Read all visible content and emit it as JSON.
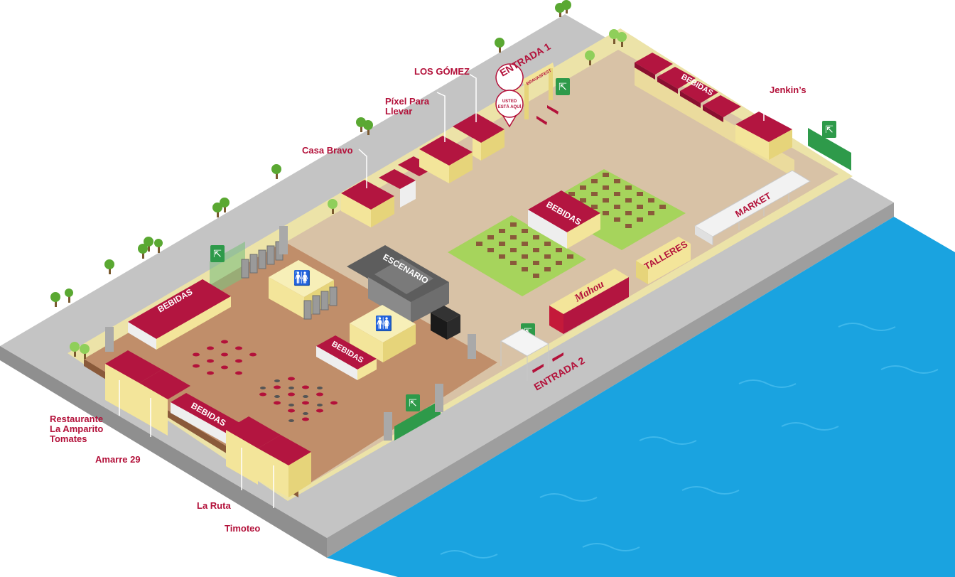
{
  "labels": {
    "los_gomez": "LOS GÓMEZ",
    "entrada_1": "ENTRADA 1",
    "pixel_line1": "Píxel Para",
    "pixel_line2": "Llevar",
    "casa_bravo": "Casa Bravo",
    "jenkins": "Jenkin’s",
    "escenario": "ESCENARIO",
    "market": "MARKET",
    "talleres": "TALLERES",
    "mahou": "Mahou",
    "entrada_2": "ENTRADA 2",
    "restaurante_line1": "Restaurante",
    "restaurante_line2": "La Amparito",
    "restaurante_line3": "Tomates",
    "amarre": "Amarre 29",
    "la_ruta": "La Ruta",
    "timoteo": "Timoteo",
    "bebidas": "BEBIDAS",
    "usted_line1": "USTED",
    "usted_line2": "ESTÁ AQUÍ",
    "gate_sign": "BRAVASFEST"
  },
  "colors": {
    "accent": "#b3113a",
    "roof": "#b31540",
    "road": "#bdbdbd",
    "plaza": "#d8c2a6",
    "dining": "#c08e6a",
    "grass": "#9fcf5a",
    "water": "#1aa3e0",
    "exit": "#2e9a4a",
    "stall": "#f3e59a"
  },
  "icons": [
    "exit-sign-icon",
    "restroom-icon",
    "tree-icon",
    "you-are-here-pin-icon",
    "entry-arrow-icon"
  ]
}
